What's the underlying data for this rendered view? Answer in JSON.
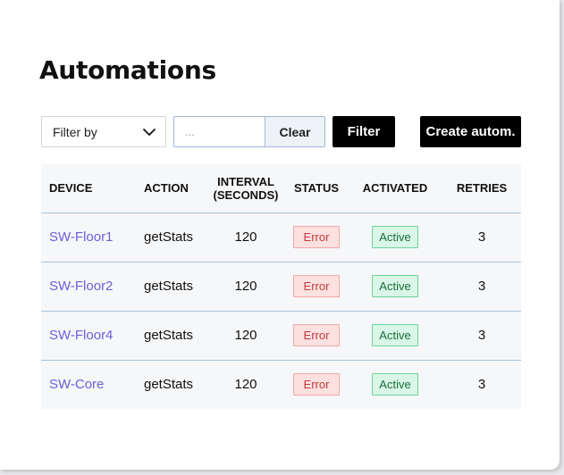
{
  "page": {
    "title": "Automations"
  },
  "toolbar": {
    "filter_select": {
      "selected": "Filter by",
      "icon": "chevron-down-icon"
    },
    "search": {
      "value": "",
      "placeholder": "..."
    },
    "clear_label": "Clear",
    "filter_label": "Filter",
    "create_label": "Create autom."
  },
  "table": {
    "headers": {
      "device": "DEVICE",
      "action": "ACTION",
      "interval_line1": "INTERVAL",
      "interval_line2": "(SECONDS)",
      "status": "STATUS",
      "activated": "ACTIVATED",
      "retries": "RETRIES"
    },
    "rows": [
      {
        "device": "SW-Floor1",
        "action": "getStats",
        "interval": "120",
        "status": "Error",
        "activated": "Active",
        "retries": "3"
      },
      {
        "device": "SW-Floor2",
        "action": "getStats",
        "interval": "120",
        "status": "Error",
        "activated": "Active",
        "retries": "3"
      },
      {
        "device": "SW-Floor4",
        "action": "getStats",
        "interval": "120",
        "status": "Error",
        "activated": "Active",
        "retries": "3"
      },
      {
        "device": "SW-Core",
        "action": "getStats",
        "interval": "120",
        "status": "Error",
        "activated": "Active",
        "retries": "3"
      }
    ]
  },
  "colors": {
    "link": "#6b5fd6",
    "error_bg": "#fde0e0",
    "error_text": "#c23b3b",
    "active_bg": "#d9f7e6",
    "active_text": "#1b6b3d",
    "primary_button": "#000000"
  }
}
